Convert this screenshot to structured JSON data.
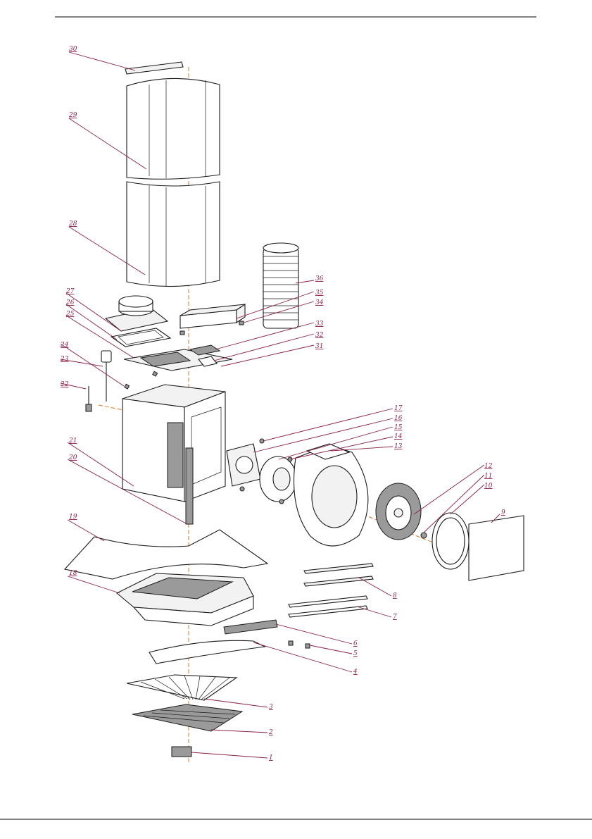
{
  "diagram": {
    "part_labels": [
      {
        "id": "p1",
        "text": "1"
      },
      {
        "id": "p2",
        "text": "2"
      },
      {
        "id": "p3",
        "text": "3"
      },
      {
        "id": "p4",
        "text": "4"
      },
      {
        "id": "p5",
        "text": "5"
      },
      {
        "id": "p6",
        "text": "6"
      },
      {
        "id": "p7",
        "text": "7"
      },
      {
        "id": "p8",
        "text": "8"
      },
      {
        "id": "p9",
        "text": "9"
      },
      {
        "id": "p10",
        "text": "10"
      },
      {
        "id": "p11",
        "text": "11"
      },
      {
        "id": "p12",
        "text": "12"
      },
      {
        "id": "p13",
        "text": "13"
      },
      {
        "id": "p14",
        "text": "14"
      },
      {
        "id": "p15",
        "text": "15"
      },
      {
        "id": "p16",
        "text": "16"
      },
      {
        "id": "p17",
        "text": "17"
      },
      {
        "id": "p18",
        "text": "18"
      },
      {
        "id": "p19",
        "text": "19"
      },
      {
        "id": "p20",
        "text": "20"
      },
      {
        "id": "p21",
        "text": "21"
      },
      {
        "id": "p22",
        "text": "22"
      },
      {
        "id": "p23",
        "text": "23"
      },
      {
        "id": "p24",
        "text": "24"
      },
      {
        "id": "p25",
        "text": "25"
      },
      {
        "id": "p26",
        "text": "26"
      },
      {
        "id": "p27",
        "text": "27"
      },
      {
        "id": "p28",
        "text": "28"
      },
      {
        "id": "p29",
        "text": "29"
      },
      {
        "id": "p30",
        "text": "30"
      },
      {
        "id": "p31",
        "text": "31"
      },
      {
        "id": "p32",
        "text": "32"
      },
      {
        "id": "p33",
        "text": "33"
      },
      {
        "id": "p34",
        "text": "34"
      },
      {
        "id": "p35",
        "text": "35"
      },
      {
        "id": "p36",
        "text": "36"
      }
    ]
  }
}
